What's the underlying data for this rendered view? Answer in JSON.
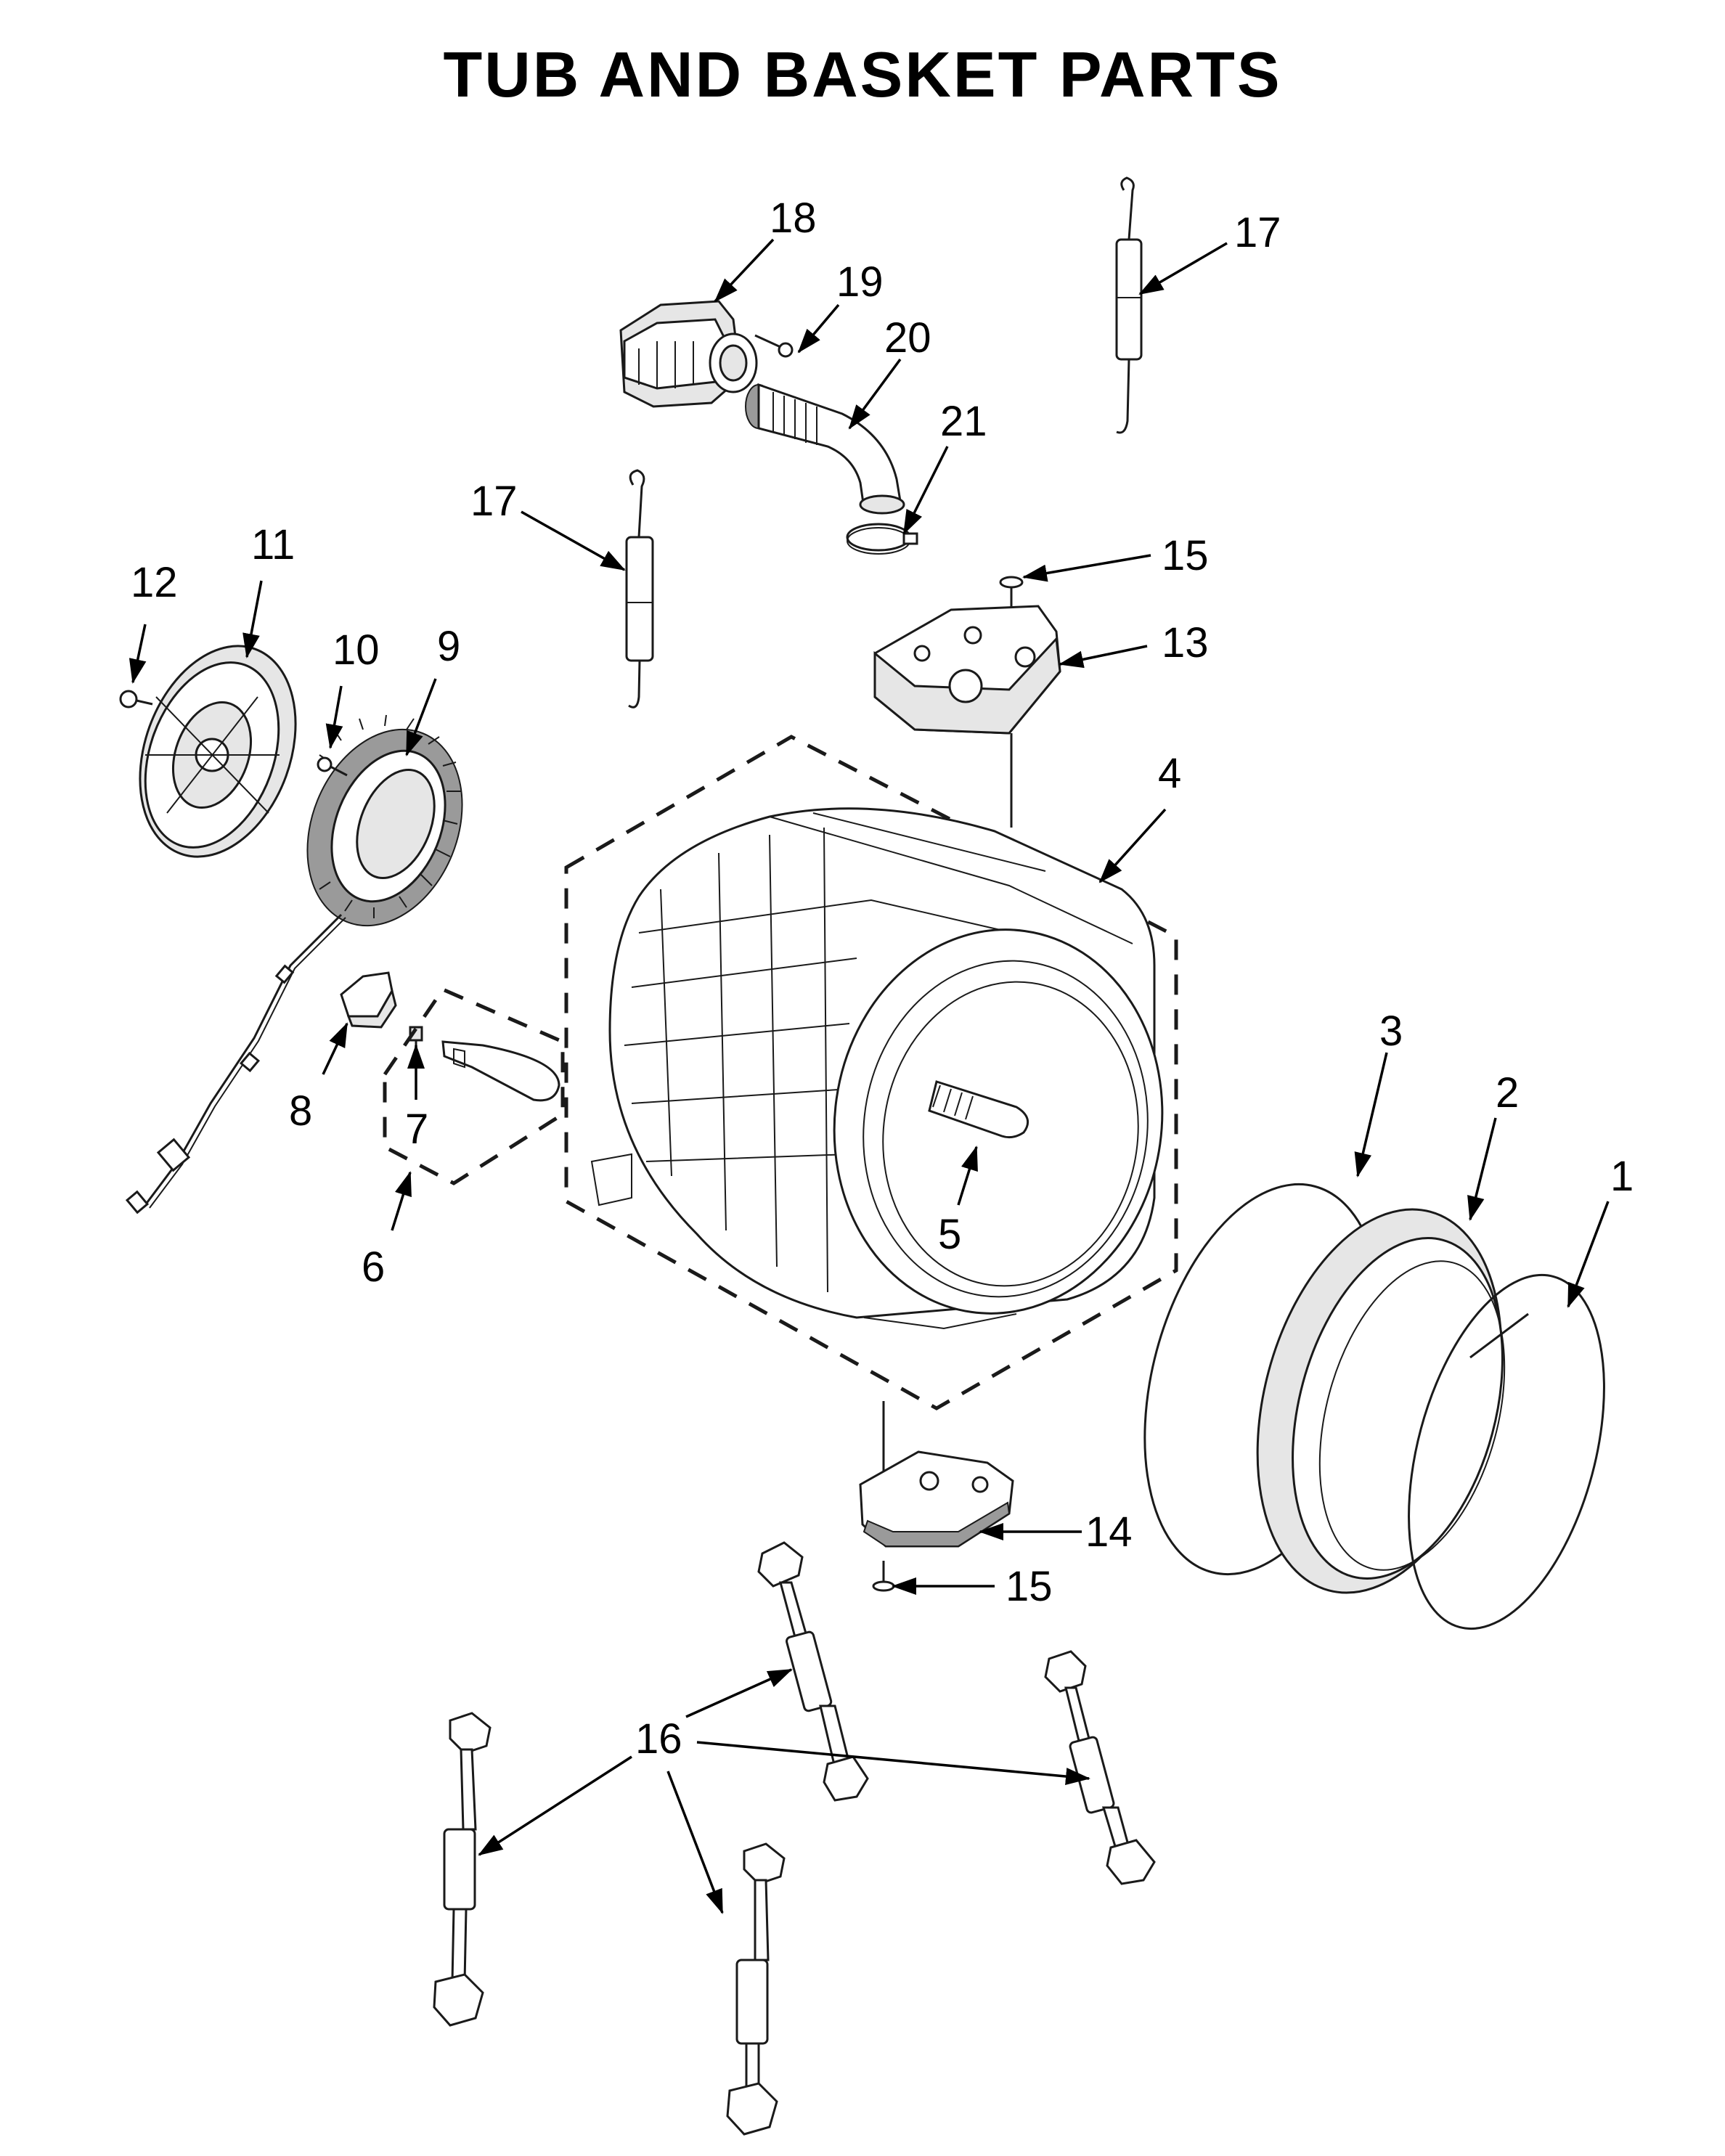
{
  "title": "TUB AND BASKET PARTS",
  "callouts": [
    {
      "id": "c1",
      "label": "1"
    },
    {
      "id": "c2",
      "label": "2"
    },
    {
      "id": "c3",
      "label": "3"
    },
    {
      "id": "c4",
      "label": "4"
    },
    {
      "id": "c5",
      "label": "5"
    },
    {
      "id": "c6",
      "label": "6"
    },
    {
      "id": "c7",
      "label": "7"
    },
    {
      "id": "c8",
      "label": "8"
    },
    {
      "id": "c9",
      "label": "9"
    },
    {
      "id": "c10",
      "label": "10"
    },
    {
      "id": "c11",
      "label": "11"
    },
    {
      "id": "c12",
      "label": "12"
    },
    {
      "id": "c13",
      "label": "13"
    },
    {
      "id": "c14",
      "label": "14"
    },
    {
      "id": "c15a",
      "label": "15"
    },
    {
      "id": "c15b",
      "label": "15"
    },
    {
      "id": "c16",
      "label": "16"
    },
    {
      "id": "c17a",
      "label": "17"
    },
    {
      "id": "c17b",
      "label": "17"
    },
    {
      "id": "c18",
      "label": "18"
    },
    {
      "id": "c19",
      "label": "19"
    },
    {
      "id": "c20",
      "label": "20"
    },
    {
      "id": "c21",
      "label": "21"
    }
  ]
}
